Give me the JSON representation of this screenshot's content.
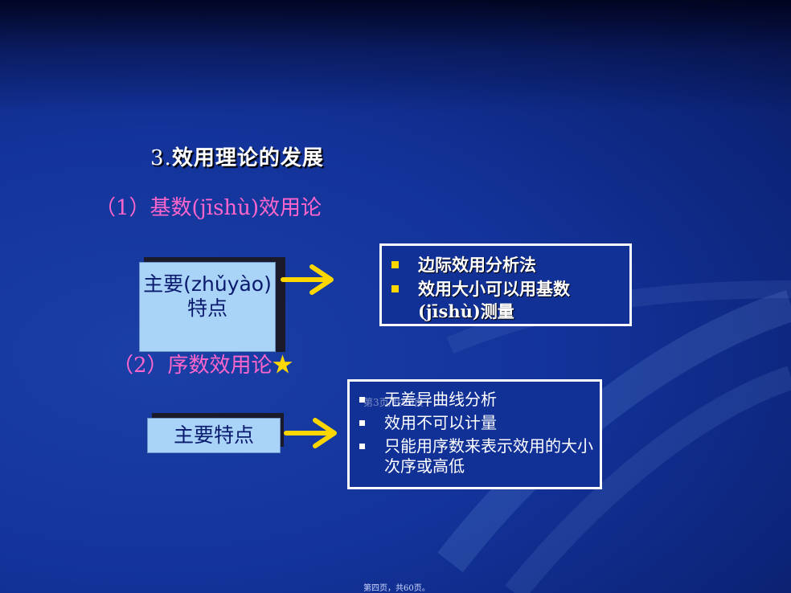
{
  "heading": {
    "number": "3.",
    "text": "效用理论的发展"
  },
  "sections": {
    "cardinal": {
      "label": "（1）基数(jīshù)效用论"
    },
    "ordinal": {
      "label": "（2）序数效用论",
      "marker": "★"
    }
  },
  "cardinal_box": {
    "label": "主要(zhǔyào)特点"
  },
  "ordinal_box": {
    "label": "主要特点"
  },
  "cardinal_points": [
    {
      "text": "边际效用分析法"
    },
    {
      "text": "效用大小可以用基数(jīshù)测量"
    }
  ],
  "ordinal_points": [
    {
      "text": "无差异曲线分析"
    },
    {
      "text": "效用不可以计量"
    },
    {
      "text": "只能用序数来表示效用的大小次序或高低"
    }
  ],
  "overlay_mark": "第3页/共60页",
  "footer": "第四页，共60页。",
  "colors": {
    "background": "#13339a",
    "section_label": "#ff66cc",
    "arrow": "#ffd700",
    "pill": "#a9d3f7"
  }
}
